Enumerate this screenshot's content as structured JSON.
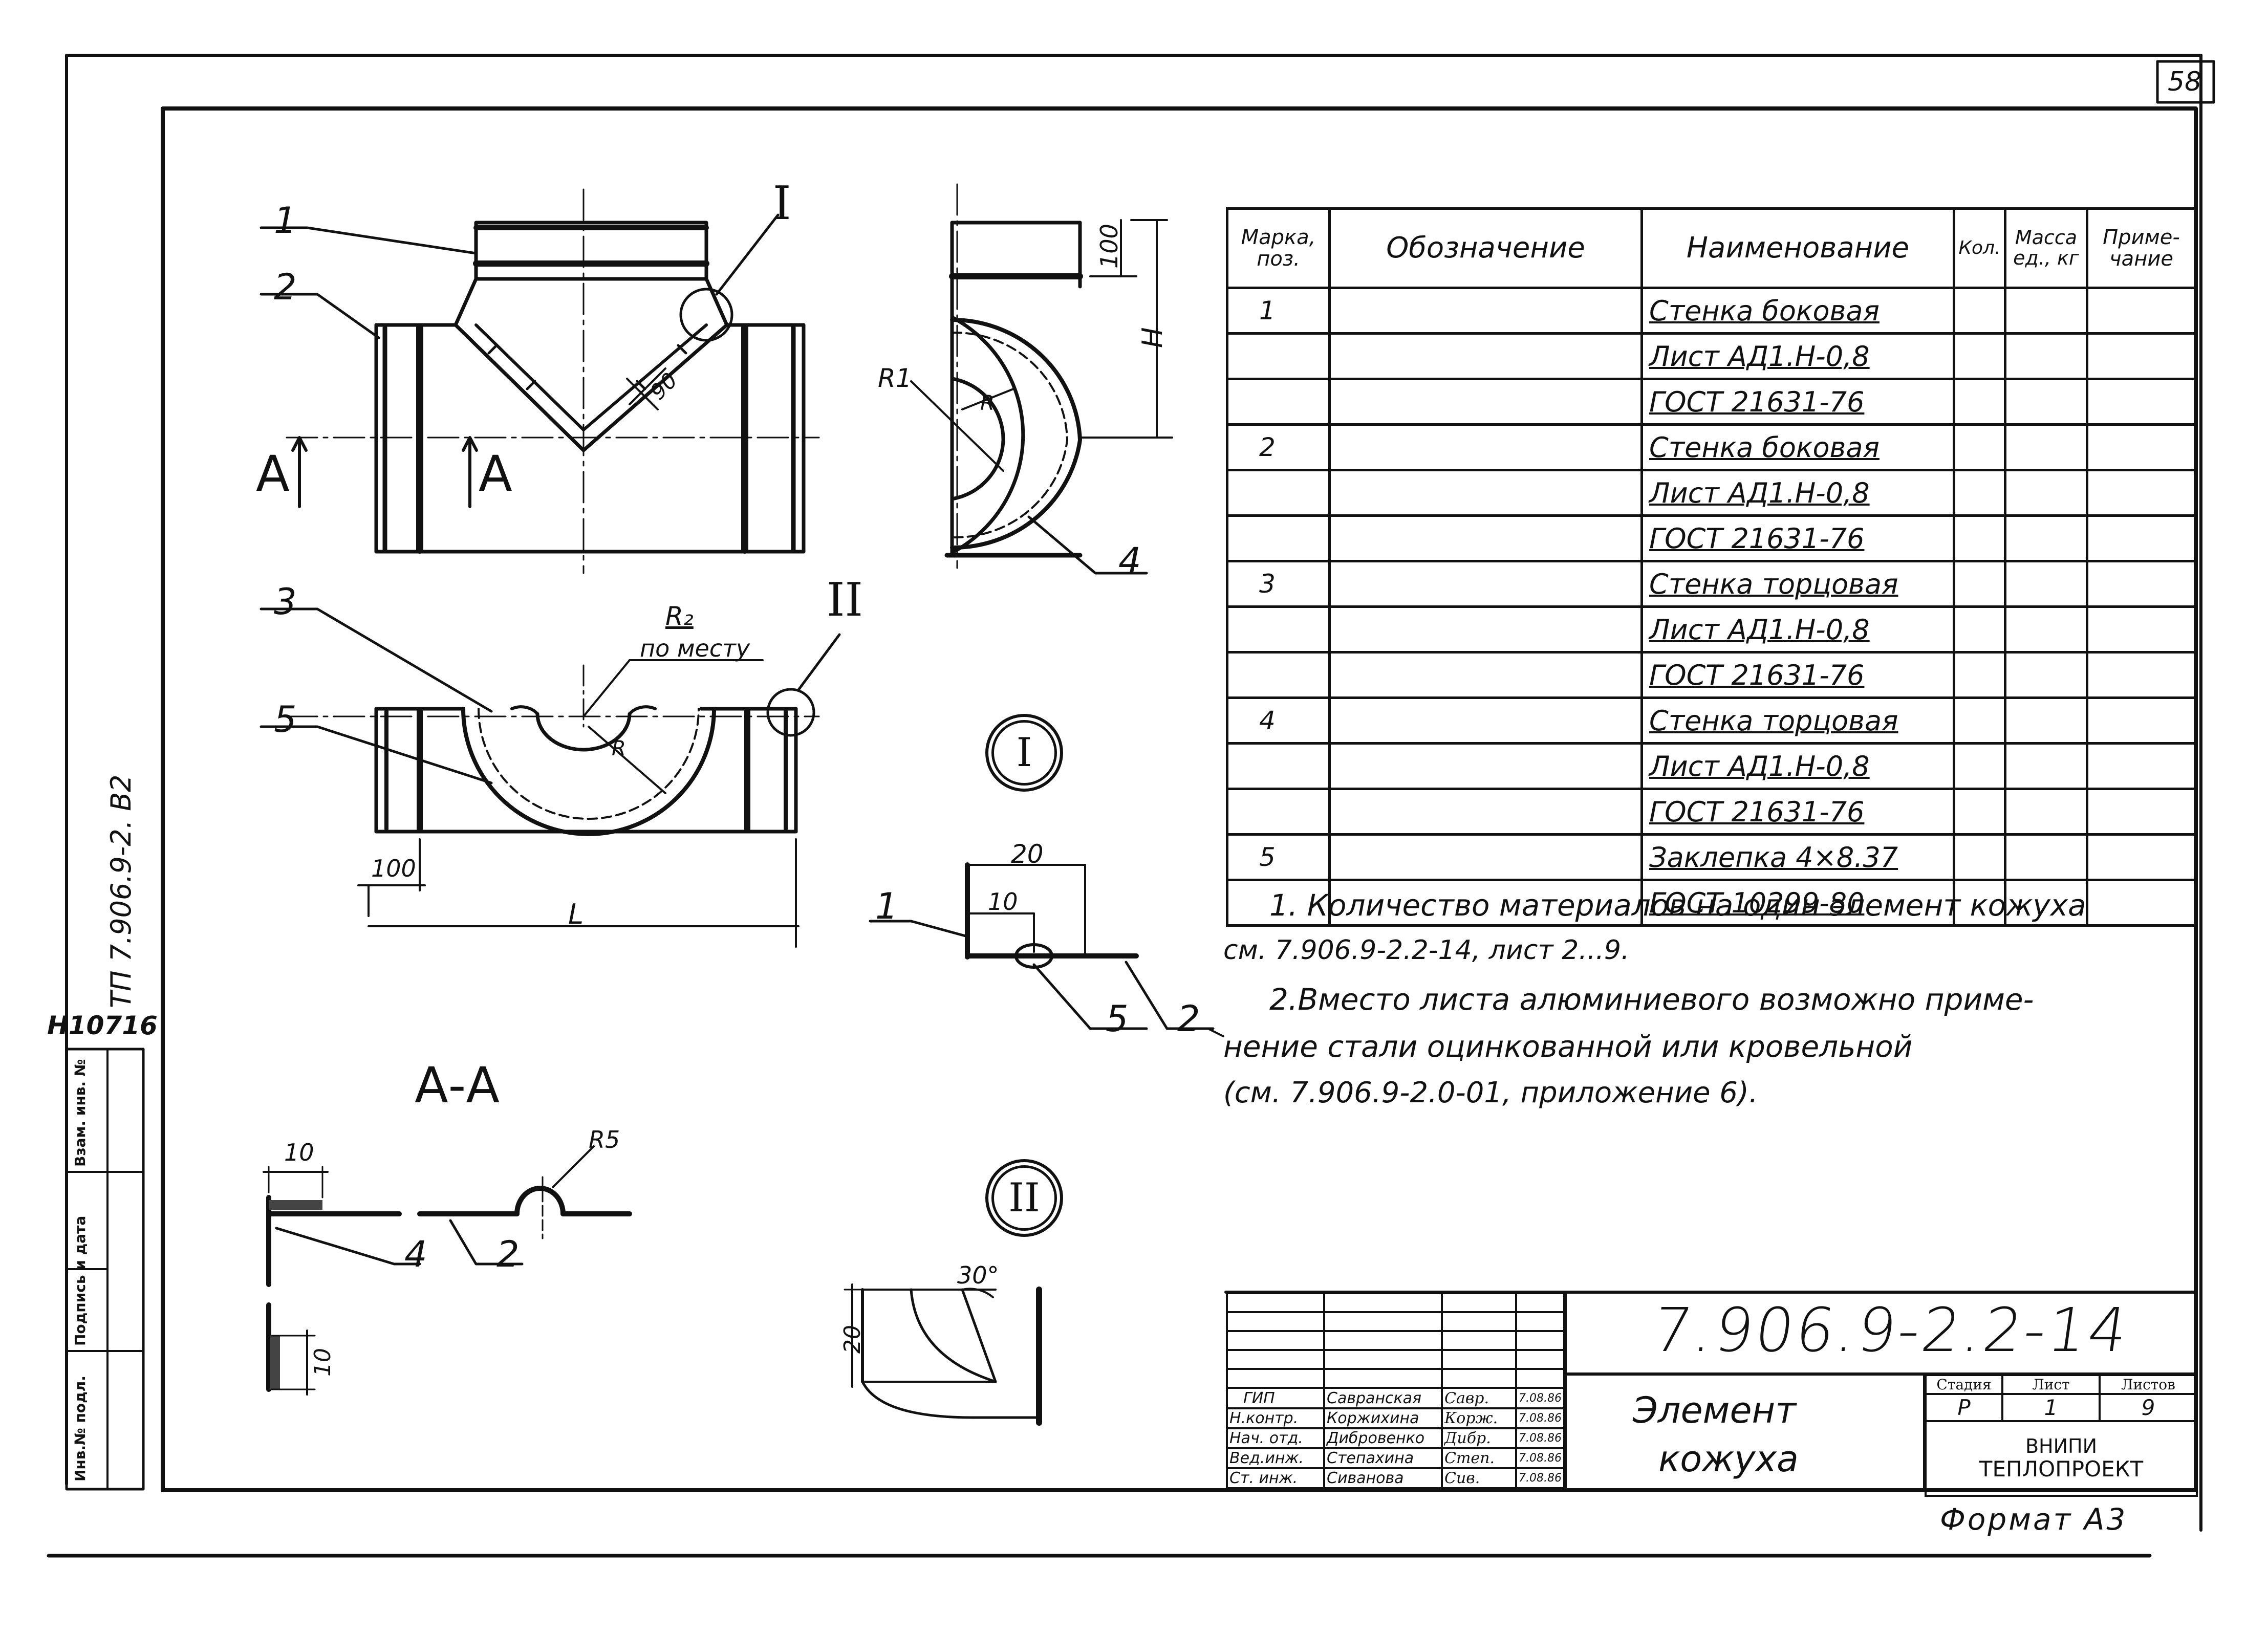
{
  "sheet": {
    "page_number": "58",
    "format_label": "Формат А3",
    "side_stamp": "ТП 7.906.9-2. В2",
    "inventory_number": "Н10716",
    "side_labels": [
      "Инв.№ подл.",
      "Подпись и дата",
      "Взам. инв. №"
    ]
  },
  "drawing": {
    "section_label": "А-А",
    "view_marks": {
      "left": "А",
      "right": "А"
    },
    "detail_refs": [
      "I",
      "II"
    ],
    "position_callouts": [
      "1",
      "2",
      "3",
      "4",
      "5"
    ],
    "dimensions": {
      "front_top_height": "100",
      "front_overall_height": "H",
      "plan_leg": "100",
      "plan_length": "L",
      "angle_90": "90",
      "r1": "R1",
      "r": "R",
      "r2": "R₂",
      "r2_note": "по месту",
      "detail1_outer": "20",
      "detail1_inner": "10",
      "section_flange_top": "10",
      "section_flange_side": "10",
      "section_radius": "R5",
      "detail2_height": "20",
      "detail2_angle": "30°"
    }
  },
  "spec_table": {
    "headers": [
      "Марка, поз.",
      "Обозначение",
      "Наименование",
      "Кол.",
      "Масса ед., кг",
      "Приме- чание"
    ],
    "rows": [
      {
        "mark": "1",
        "name": "Стенка боковая"
      },
      {
        "mark": "",
        "name": "Лист АД1.Н-0,8"
      },
      {
        "mark": "",
        "name": "ГОСТ 21631-76"
      },
      {
        "mark": "2",
        "name": "Стенка боковая"
      },
      {
        "mark": "",
        "name": "Лист АД1.Н-0,8"
      },
      {
        "mark": "",
        "name": "ГОСТ 21631-76"
      },
      {
        "mark": "3",
        "name": "Стенка торцовая"
      },
      {
        "mark": "",
        "name": "Лист АД1.Н-0,8"
      },
      {
        "mark": "",
        "name": "ГОСТ 21631-76"
      },
      {
        "mark": "4",
        "name": "Стенка торцовая"
      },
      {
        "mark": "",
        "name": "Лист АД1.Н-0,8"
      },
      {
        "mark": "",
        "name": "ГОСТ 21631-76"
      },
      {
        "mark": "5",
        "name": "Заклепка 4×8.37"
      },
      {
        "mark": "",
        "name": "ГОСТ 10299-80"
      }
    ]
  },
  "notes": [
    "1. Количество материалов на один элемент кожуха",
    "см. 7.906.9-2.2-14, лист 2...9.",
    "2.Вместо листа алюминиевого возможно приме-",
    "нение стали оцинкованной или кровельной",
    "(см. 7.906.9-2.0-01, приложение 6)."
  ],
  "title_block": {
    "document_code": "7.906.9-2.2-14",
    "title_line1": "Элемент",
    "title_line2": "кожуха",
    "roles": [
      "ГИП",
      "Н.контр.",
      "Нач. отд.",
      "Вед.инж.",
      "Ст. инж."
    ],
    "names": [
      "Савранская",
      "Коржихина",
      "Дибровенко",
      "Степахина",
      "Сиванова"
    ],
    "signatures": [
      "Савр.",
      "Корж.",
      "Дибр.",
      "Степ.",
      "Сив."
    ],
    "dates": [
      "7.08.86",
      "7.08.86",
      "7.08.86",
      "7.08.86",
      "7.08.86"
    ],
    "stage_header": "Стадия",
    "sheet_header": "Лист",
    "sheets_header": "Листов",
    "stage": "Р",
    "sheet": "1",
    "sheets": "9",
    "org_line1": "ВНИПИ",
    "org_line2": "ТЕПЛОПРОЕКТ"
  }
}
